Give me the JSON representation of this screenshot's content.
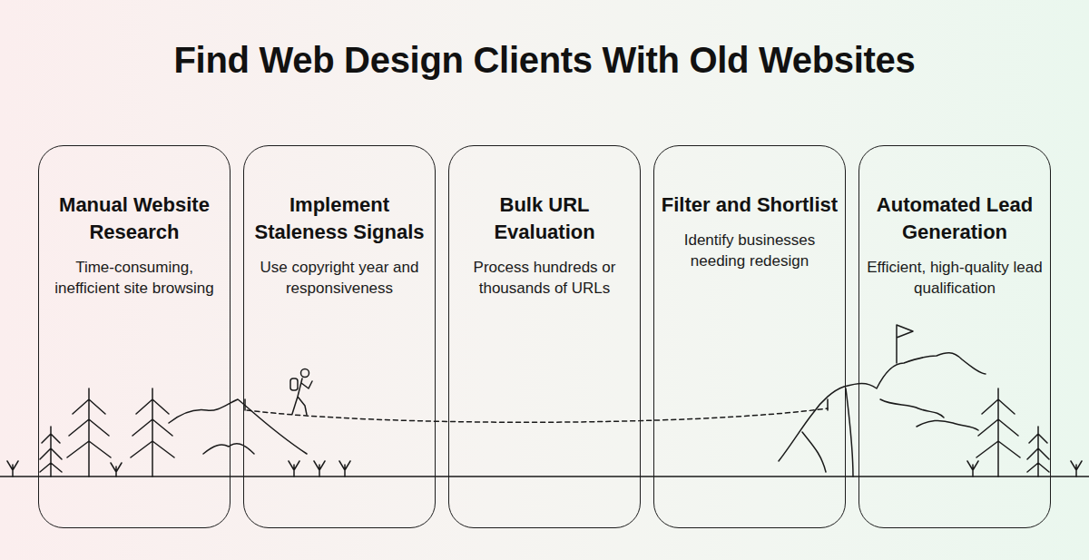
{
  "diagram": {
    "title": "Find Web Design Clients With Old Websites",
    "nodes": [
      {
        "text": [
          "Manual Website Research",
          "Time-consuming, inefficient site browsing"
        ]
      },
      {
        "text": [
          "Implement Staleness Signals",
          "Use copyright year and responsiveness"
        ]
      },
      {
        "text": [
          "Bulk URL Evaluation",
          "Process hundreds or thousands of URLs"
        ]
      },
      {
        "text": [
          "Filter and Shortlist",
          "Identify businesses needing redesign"
        ]
      },
      {
        "text": [
          "Automated Lead Generation",
          "Efficient, high-quality lead qualification"
        ]
      }
    ]
  }
}
